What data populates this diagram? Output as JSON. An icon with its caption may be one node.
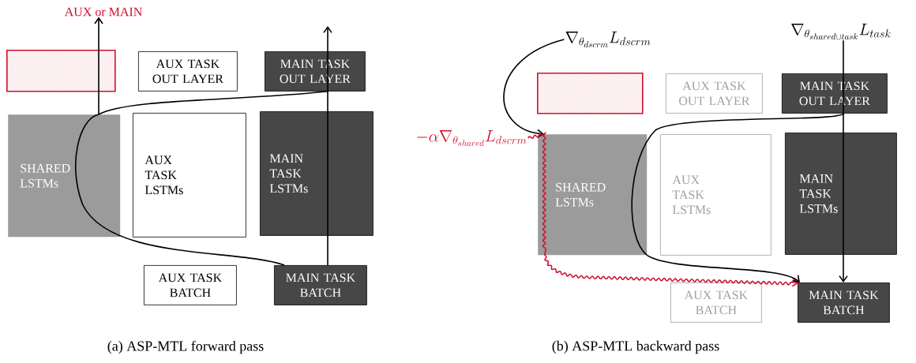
{
  "diagram": {
    "nodes": [
      {
        "text": [],
        "shape": "box"
      },
      {
        "text": [
          "AUX TASK OUT LAYER"
        ]
      },
      {
        "text": [
          "MAIN TASK OUT LAYER"
        ]
      },
      {
        "text": [
          "SHARED LSTMs"
        ]
      },
      {
        "text": [
          "AUX TASK LSTMs"
        ]
      },
      {
        "text": [
          "MAIN TASK LSTMs"
        ]
      },
      {
        "text": [
          "AUX TASK BATCH"
        ]
      },
      {
        "text": [
          "MAIN TASK BATCH"
        ]
      },
      {
        "text": [
          "AUX or MAIN"
        ]
      },
      {
        "text": [
          "\\nabla_{\\theta_{dscrm}} L_{dscrm}"
        ]
      },
      {
        "text": [],
        "shape": "box"
      },
      {
        "text": [
          "AUX TASK OUT LAYER"
        ]
      },
      {
        "text": [
          "MAIN TASK OUT LAYER"
        ]
      },
      {
        "text": [
          "-\\alpha\\nabla_{\\theta_{shared}} L_{dscrm}"
        ]
      },
      {
        "text": [
          "SHARED LSTMs"
        ]
      },
      {
        "text": [
          "AUX TASK LSTMs"
        ]
      },
      {
        "text": [
          "MAIN TASK LSTMs"
        ]
      },
      {
        "text": [
          "AUX TASK BATCH"
        ]
      },
      {
        "text": [
          "MAIN TASK BATCH"
        ]
      },
      {
        "text": [
          "\\nabla_{\\theta_{shared \\cup task}} L_{task}"
        ]
      }
    ],
    "edges": [
      {
        "from": 7,
        "to": 3,
        "arrow": "none"
      },
      {
        "from": 3,
        "to": 2,
        "arrow": "none"
      },
      {
        "from": 3,
        "to": 0,
        "arrow": "none"
      },
      {
        "from": 0,
        "to": 8,
        "arrow": "to"
      },
      {
        "from": 7,
        "to": null,
        "arrow": "to"
      },
      {
        "from": 9,
        "to": 14,
        "arrow": "to"
      },
      {
        "from": 13,
        "to": 14,
        "arrow": "none",
        "color": "#d0102c"
      },
      {
        "from": 14,
        "to": 18,
        "arrow": "to",
        "color": "#d0102c"
      },
      {
        "from": 12,
        "to": 14,
        "arrow": "none"
      },
      {
        "from": 14,
        "to": 18,
        "arrow": "to"
      },
      {
        "from": 19,
        "to": 12,
        "arrow": "none"
      },
      {
        "from": 12,
        "to": 16,
        "arrow": "none"
      },
      {
        "from": 16,
        "to": 18,
        "arrow": "to"
      }
    ],
    "labels": [
      "(a) ASP-MTL forward pass",
      "(b) ASP-MTL backward pass"
    ]
  }
}
